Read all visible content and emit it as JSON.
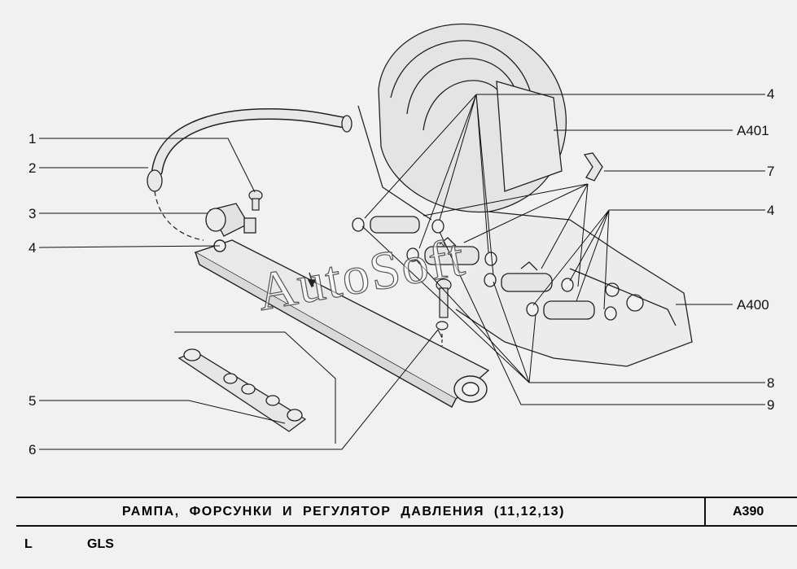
{
  "callouts": {
    "c1": "1",
    "c2": "2",
    "c3": "3",
    "c4a": "4",
    "c5": "5",
    "c6": "6",
    "c4b": "4",
    "a401": "A401",
    "c7": "7",
    "c4c": "4",
    "a400": "A400",
    "c8": "8",
    "c9": "9"
  },
  "title": "РАМПА,  ФОРСУНКИ  И  РЕГУЛЯТОР  ДАВЛЕНИЯ (11,12,13)",
  "code": "A390",
  "footer": {
    "l": "L",
    "model": "GLS"
  },
  "watermark": "AutoSoft"
}
